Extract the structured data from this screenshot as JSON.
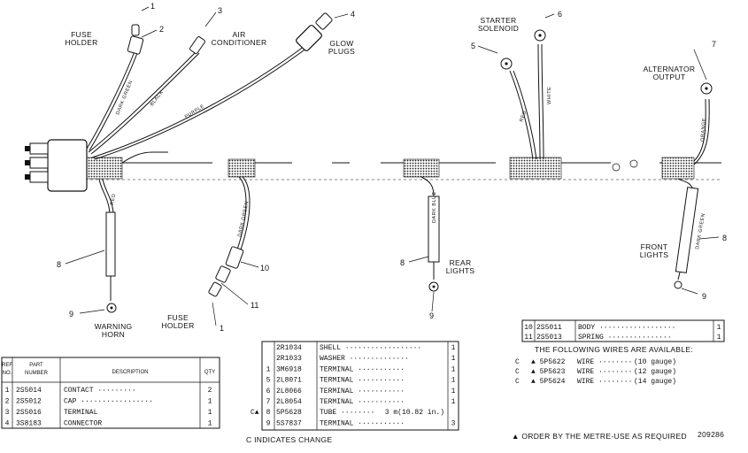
{
  "callouts": {
    "fuse_holder_top": "FUSE\nHOLDER",
    "air_conditioner": "AIR\nCONDITIONER",
    "glow_plugs": "GLOW\nPLUGS",
    "starter_solenoid": "STARTER\nSOLENOID",
    "alternator_output": "ALTERNATOR\nOUTPUT",
    "front_lights": "FRONT\nLIGHTS",
    "rear_lights": "REAR\nLIGHTS",
    "warning_horn": "WARNING\nHORN",
    "fuse_holder_bottom": "FUSE\nHOLDER"
  },
  "item_numbers": {
    "n1a": "1",
    "n2": "2",
    "n3": "3",
    "n4": "4",
    "n5": "5",
    "n6": "6",
    "n7": "7",
    "n8a": "8",
    "n8b": "8",
    "n8c": "8",
    "n9a": "9",
    "n9b": "9",
    "n9c": "9",
    "n10": "10",
    "n11": "11",
    "n1b": "1"
  },
  "wire_labels": {
    "dark_green": "DARK GREEN",
    "black": "BLACK",
    "purple": "PURPLE",
    "red_left": "RED",
    "dark_green_2": "DARK GREEN",
    "dark_blue": "DARK BLUE",
    "red_right": "RED",
    "white": "WHITE",
    "orange": "ORANGE",
    "dark_green_3": "DARK GREEN"
  },
  "table_left": {
    "headers": {
      "ref_no": "REF\nNO.",
      "part_number": "PART\nNUMBER",
      "description": "DESCRIPTION",
      "qty": "QTY"
    },
    "rows": [
      {
        "ref": "1",
        "part": "2S5014",
        "desc": "CONTACT ·········",
        "qty": "2"
      },
      {
        "ref": "2",
        "part": "2S5012",
        "desc": "CAP ·················",
        "qty": "1"
      },
      {
        "ref": "3",
        "part": "2S5016",
        "desc": "TERMINAL",
        "qty": "1"
      },
      {
        "ref": "4",
        "part": "3S8183",
        "desc": "CONNECTOR",
        "qty": "1"
      }
    ]
  },
  "table_center": {
    "rows": [
      {
        "ref": "",
        "part": "2R1034",
        "desc": "SHELL ··················",
        "qty": "1"
      },
      {
        "ref": "",
        "part": "2R1033",
        "desc": "WASHER ··············",
        "qty": "1"
      },
      {
        "ref": "1",
        "part": "3M6918",
        "desc": "TERMINAL ···········",
        "qty": "1"
      },
      {
        "ref": "5",
        "part": "2L8071",
        "desc": "TERMINAL ···········",
        "qty": "1"
      },
      {
        "ref": "6",
        "part": "2L8066",
        "desc": "TERMINAL ···········",
        "qty": "1"
      },
      {
        "ref": "7",
        "part": "2L8054",
        "desc": "TERMINAL ···········",
        "qty": "1"
      },
      {
        "ref": "8",
        "part": "5P5628",
        "desc": "TUBE ········",
        "qty": "3 m(10.82 in.)"
      },
      {
        "ref": "9",
        "part": "5S7837",
        "desc": "TERMINAL ···········",
        "qty": "3"
      }
    ],
    "change_marker": "C▲",
    "footnote": "C INDICATES CHANGE"
  },
  "table_right": {
    "rows": [
      {
        "ref": "10",
        "part": "2S5011",
        "desc": "BODY ··················",
        "qty": "1"
      },
      {
        "ref": "11",
        "part": "2S5013",
        "desc": "SPRING ···············",
        "qty": "1"
      }
    ],
    "available_note": "THE FOLLOWING WIRES ARE AVAILABLE:",
    "wires": [
      {
        "flag": "C",
        "part": "5P5622",
        "desc": "WIRE ········",
        "gauge": "(10 gauge)"
      },
      {
        "flag": "C",
        "part": "5P5623",
        "desc": "WIRE ········",
        "gauge": "(12 gauge)"
      },
      {
        "flag": "C",
        "part": "5P5624",
        "desc": "WIRE ········",
        "gauge": "(14 gauge)"
      }
    ],
    "order_note": "▲ ORDER BY THE METRE-USE AS REQUIRED"
  },
  "drawing_number": "209286"
}
